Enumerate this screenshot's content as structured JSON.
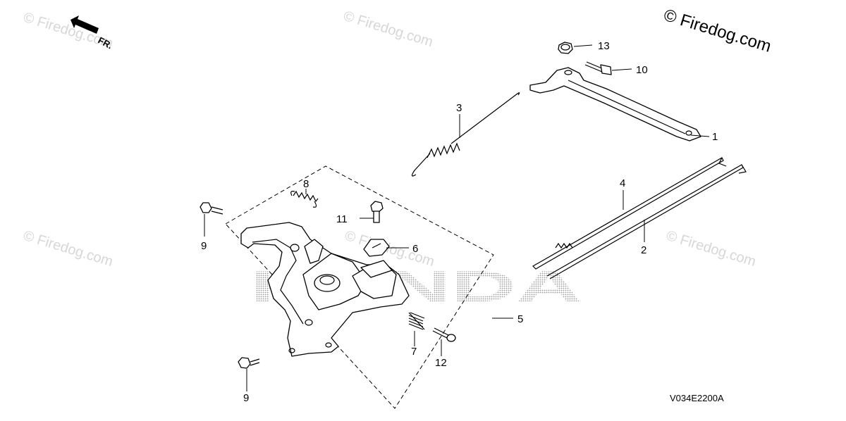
{
  "diagram": {
    "direction_indicator": "FR.",
    "copyright_text": "© Firedog.com",
    "watermark_text": "© Firedog.com",
    "brand_watermark": "HONDA",
    "figure_code": "V034E2200A",
    "callouts": [
      "1",
      "2",
      "3",
      "4",
      "5",
      "6",
      "7",
      "8",
      "9",
      "9",
      "10",
      "11",
      "12",
      "13"
    ]
  }
}
